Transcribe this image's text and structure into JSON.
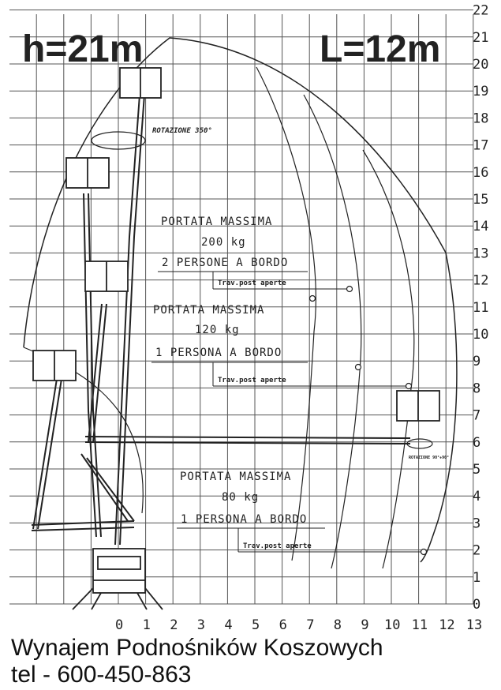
{
  "header": {
    "height": "h=21m",
    "length": "L=12m"
  },
  "axes": {
    "x_ticks": [
      "0",
      "1",
      "2",
      "3",
      "4",
      "5",
      "6",
      "7",
      "8",
      "9",
      "10",
      "11",
      "12",
      "13"
    ],
    "y_ticks": [
      "0",
      "1",
      "2",
      "3",
      "4",
      "5",
      "6",
      "7",
      "8",
      "9",
      "10",
      "11",
      "12",
      "13",
      "14",
      "15",
      "16",
      "17",
      "18",
      "19",
      "20",
      "21",
      "22"
    ]
  },
  "rotation_labels": {
    "turret": "ROTAZIONE 350°",
    "basket": "ROTAZIONE 90°+90°"
  },
  "load_zones": [
    {
      "line1": "PORTATA MASSIMA",
      "line2": "200 kg",
      "line3": "2 PERSONE A BORDO",
      "note": "Trav.post aperte"
    },
    {
      "line1": "PORTATA MASSIMA",
      "line2": "120 kg",
      "line3": "1 PERSONA A BORDO",
      "note": "Trav.post aperte"
    },
    {
      "line1": "PORTATA MASSIMA",
      "line2": "80 kg",
      "line3": "1 PERSONA A BORDO",
      "note": "Trav.post aperte"
    }
  ],
  "footer": {
    "company": "Wynajem Podnośników Koszowych",
    "phone": "tel - 600-450-863"
  }
}
